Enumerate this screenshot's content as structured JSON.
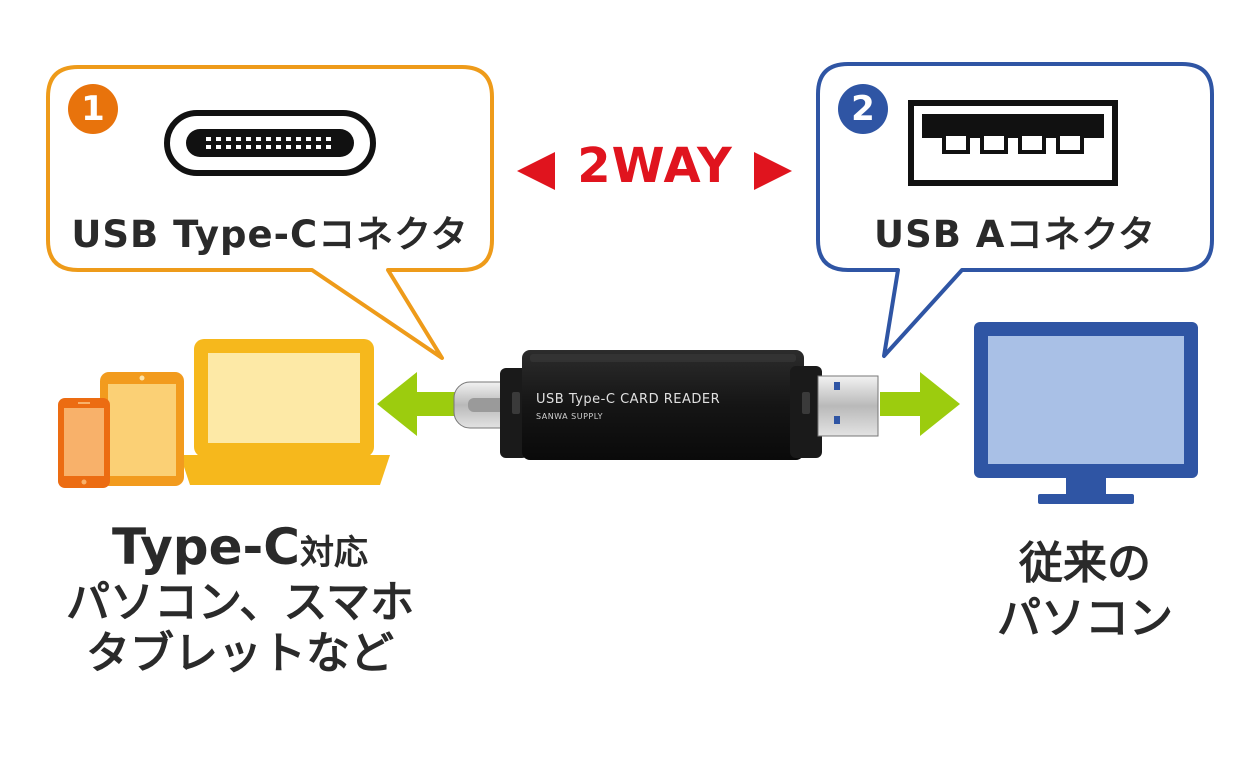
{
  "colors": {
    "orange": "#ee9b1a",
    "orange_badge": "#e8730c",
    "blue": "#2f55a4",
    "red": "#e0141e",
    "green": "#9ccc0e",
    "text": "#2a2a2a"
  },
  "left_bubble": {
    "number": "1",
    "icon": "usb-type-c-port-icon",
    "label": "USB Type-Cコネクタ"
  },
  "right_bubble": {
    "number": "2",
    "icon": "usb-a-port-icon",
    "label": "USB Aコネクタ"
  },
  "center": {
    "label": "2WAY"
  },
  "reader": {
    "line1": "USB Type-C CARD READER",
    "line2": "SANWA SUPPLY"
  },
  "left_devices": {
    "icons": [
      "smartphone-icon",
      "tablet-icon",
      "laptop-icon"
    ],
    "caption_line1_big": "Type-C",
    "caption_line1_small": "対応",
    "caption_line2": "パソコン、スマホ",
    "caption_line3": "タブレットなど"
  },
  "right_device": {
    "icon": "desktop-monitor-icon",
    "caption_line1": "従来の",
    "caption_line2": "パソコン"
  }
}
